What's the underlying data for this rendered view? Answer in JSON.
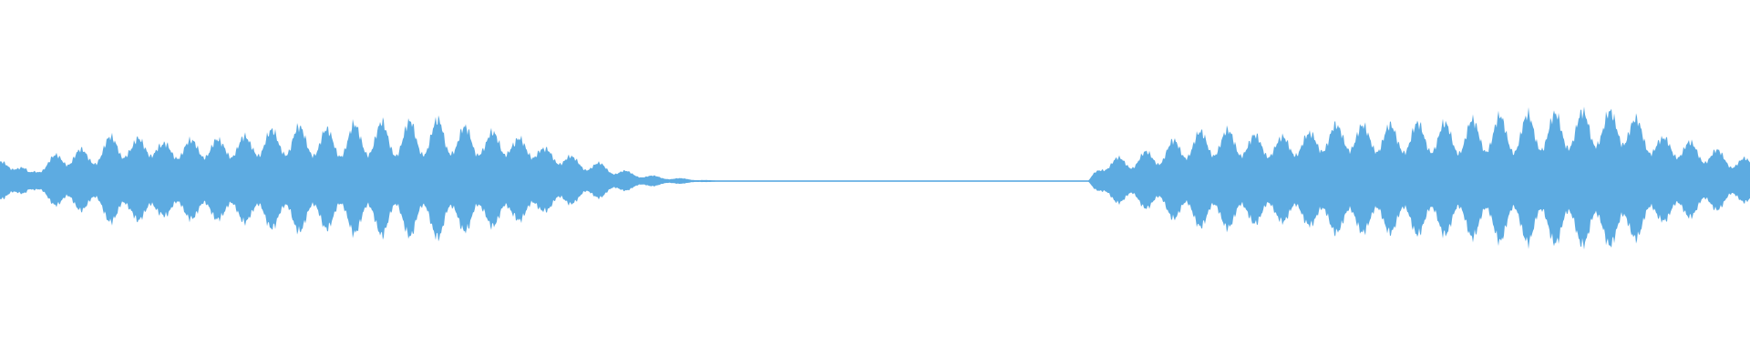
{
  "waveform": {
    "color": "#5dabe1",
    "envelope": [
      0.18,
      0.22,
      0.08,
      0.2,
      0.26,
      0.32,
      0.28,
      0.36,
      0.48,
      0.35,
      0.5,
      0.34,
      0.42,
      0.38,
      0.44,
      0.38,
      0.46,
      0.4,
      0.52,
      0.44,
      0.54,
      0.46,
      0.5,
      0.44,
      0.54,
      0.48,
      0.56,
      0.46,
      0.58,
      0.46,
      0.62,
      0.44,
      0.56,
      0.4,
      0.54,
      0.38,
      0.46,
      0.3,
      0.32,
      0.22,
      0.2,
      0.16,
      0.12,
      0.08,
      0.06,
      0.04,
      0.03,
      0.02,
      0.01,
      0.005,
      0.0,
      0.0,
      0.0,
      0.0,
      0.0,
      0.0,
      0.0,
      0.0,
      0.0,
      0.0,
      0.0,
      0.0,
      0.0,
      0.0,
      0.0,
      0.0,
      0.0,
      0.0,
      0.0,
      0.0,
      0.0,
      0.0,
      0.0,
      0.0,
      0.0,
      0.2,
      0.22,
      0.24,
      0.28,
      0.32,
      0.4,
      0.44,
      0.48,
      0.46,
      0.5,
      0.42,
      0.46,
      0.4,
      0.48,
      0.44,
      0.56,
      0.52,
      0.58,
      0.5,
      0.56,
      0.5,
      0.56,
      0.52,
      0.56,
      0.5,
      0.58,
      0.54,
      0.62,
      0.52,
      0.64,
      0.56,
      0.66,
      0.58,
      0.7,
      0.6,
      0.72,
      0.6,
      0.54,
      0.4,
      0.44,
      0.36,
      0.34,
      0.28,
      0.24,
      0.2
    ]
  }
}
